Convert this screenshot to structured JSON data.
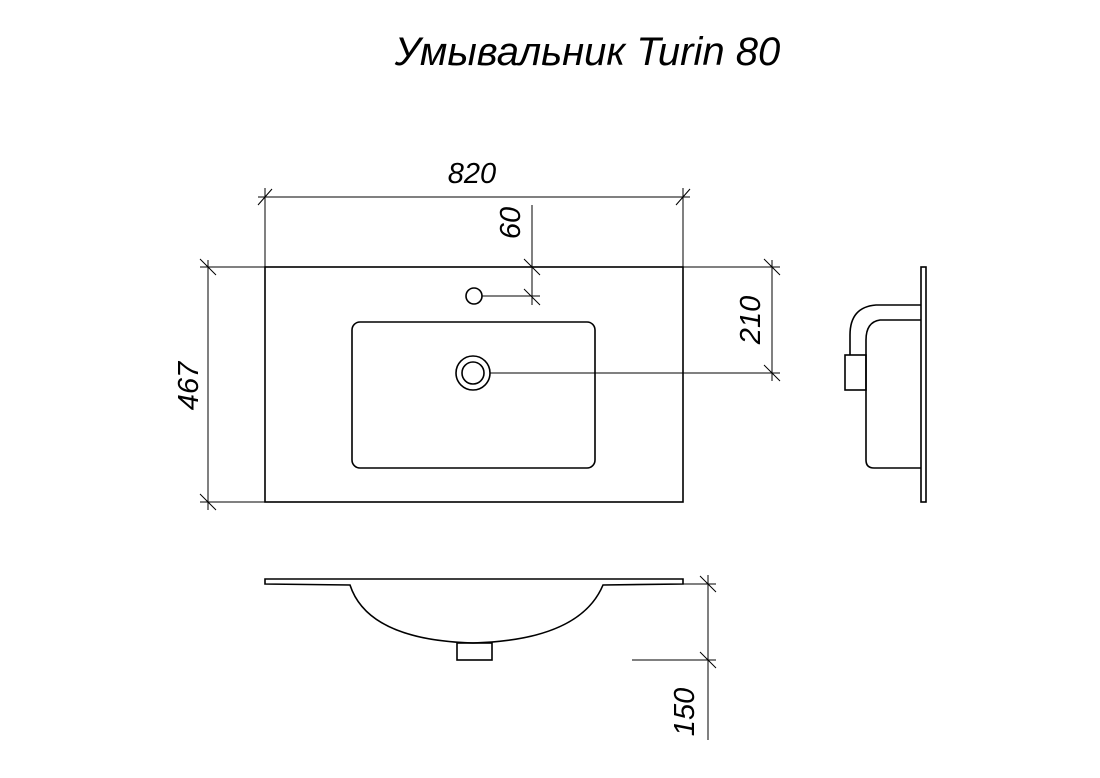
{
  "title": "Умывальник Turin 80",
  "dimensions": {
    "width": "820",
    "tap_hole_offset": "60",
    "depth": "467",
    "drain_offset": "210",
    "bowl_height": "150"
  }
}
